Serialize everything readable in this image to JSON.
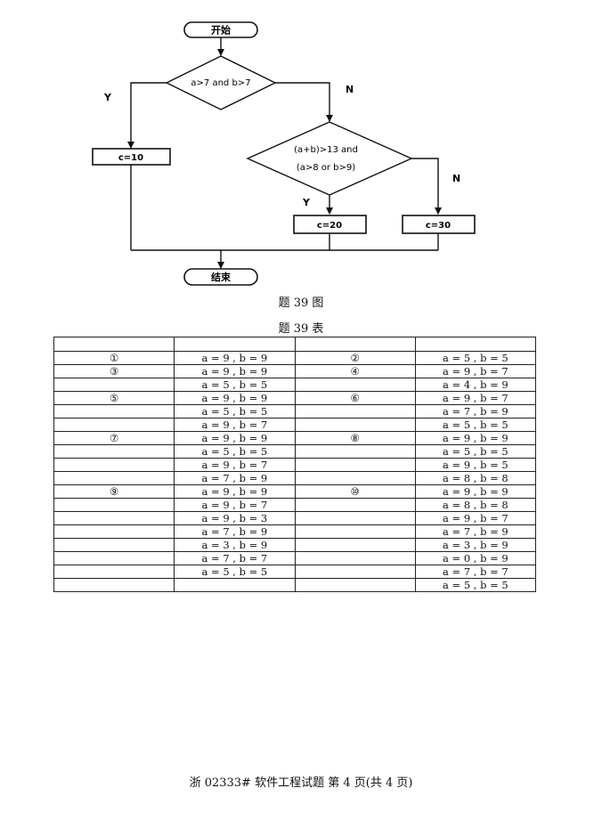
{
  "flowchart": {
    "start": "开始",
    "end": "结束",
    "decision1": "a>7 and b>7",
    "decision2_line1": "(a+b)>13 and",
    "decision2_line2": "(a>8 or b>9)",
    "box1": "c=10",
    "box2": "c=20",
    "box3": "c=30",
    "label_y1": "Y",
    "label_n1": "N",
    "label_y2": "Y",
    "label_n2": "N"
  },
  "figure_caption": "题 39 图",
  "table_caption": "题 39 表",
  "table": {
    "header": [
      "",
      "",
      "",
      ""
    ],
    "rows": [
      [
        "①",
        "a = 9 , b = 9",
        "②",
        "a = 5 , b = 5"
      ],
      [
        "③",
        "a = 9 , b = 9",
        "④",
        "a = 9 , b = 7"
      ],
      [
        "",
        "a = 5 , b = 5",
        "",
        "a = 4 , b = 9"
      ],
      [
        "⑤",
        "a = 9 , b = 9",
        "⑥",
        "a = 9 , b = 7"
      ],
      [
        "",
        "a = 5 , b = 5",
        "",
        "a = 7 , b = 9"
      ],
      [
        "",
        "a = 9 , b = 7",
        "",
        "a = 5 , b = 5"
      ],
      [
        "⑦",
        "a = 9 , b = 9",
        "⑧",
        "a = 9 , b = 9"
      ],
      [
        "",
        "a = 5 , b = 5",
        "",
        "a = 5 , b = 5"
      ],
      [
        "",
        "a = 9 , b = 7",
        "",
        "a = 9 , b = 5"
      ],
      [
        "",
        "a = 7 , b = 9",
        "",
        "a = 8 , b = 8"
      ],
      [
        "⑨",
        "a = 9 , b = 9",
        "⑩",
        "a = 9 , b = 9"
      ],
      [
        "",
        "a = 9 , b = 7",
        "",
        "a = 8 , b = 8"
      ],
      [
        "",
        "a = 9 , b = 3",
        "",
        "a = 9 , b = 7"
      ],
      [
        "",
        "a = 7 , b = 9",
        "",
        "a = 7 , b = 9"
      ],
      [
        "",
        "a = 3 , b = 9",
        "",
        "a = 3 , b = 9"
      ],
      [
        "",
        "a = 7 , b = 7",
        "",
        "a = 0 , b = 9"
      ],
      [
        "",
        "a = 5 , b = 5",
        "",
        "a = 7 , b = 7"
      ],
      [
        "",
        "",
        "",
        "a = 5 , b = 5"
      ]
    ]
  },
  "footer": "浙 02333# 软件工程试题 第 4 页(共 4 页)"
}
